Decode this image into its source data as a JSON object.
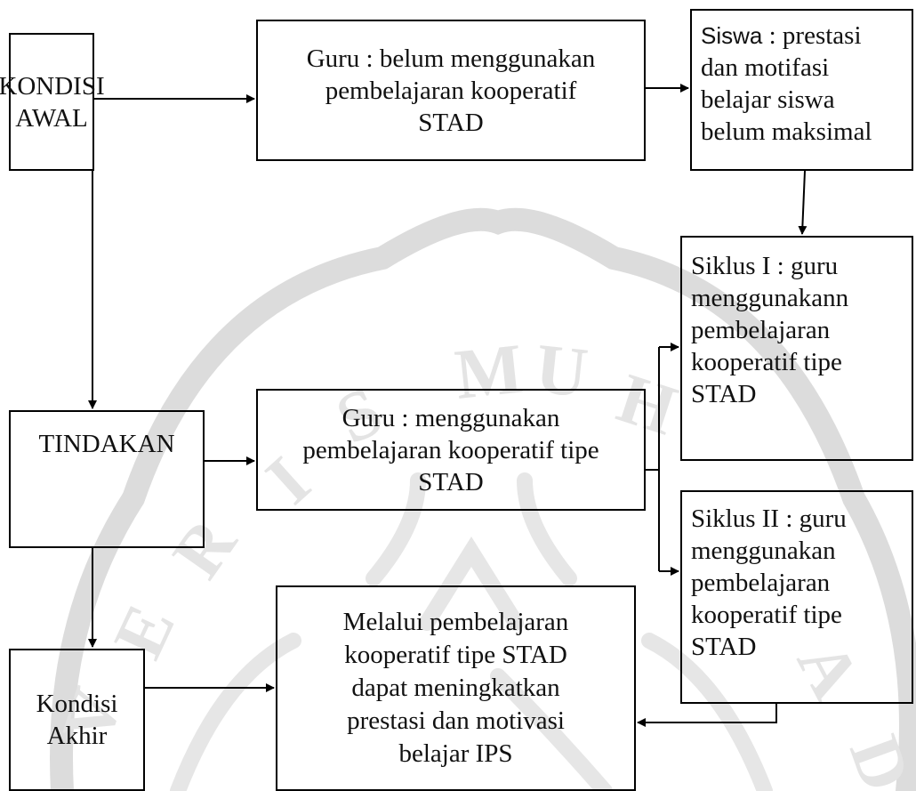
{
  "nodes": {
    "kondisi_awal": {
      "lines": [
        "KONDISI",
        "AWAL"
      ]
    },
    "guru_awal": {
      "lines": [
        "Guru  : belum  menggunakan",
        "pembelajaran kooperatif",
        "STAD"
      ]
    },
    "siswa_awal": {
      "first_word": "Siswa",
      "first_rest": " : prestasi",
      "lines": [
        "dan motifasi",
        "belajar siswa",
        "belum maksimal"
      ]
    },
    "siklus_1": {
      "lines": [
        "Siklus I : guru",
        "menggunakann",
        "pembelajaran",
        "kooperatif tipe",
        "STAD"
      ]
    },
    "tindakan": {
      "lines": [
        "TINDAKAN"
      ]
    },
    "guru_tindakan": {
      "lines": [
        "Guru : menggunakan",
        "pembelajaran kooperatif tipe",
        "STAD"
      ]
    },
    "siklus_2": {
      "lines": [
        "Siklus II : guru",
        "menggunakan",
        "pembelajaran",
        "kooperatif tipe",
        "STAD"
      ]
    },
    "kondisi_akhir": {
      "lines": [
        "Kondisi",
        "Akhir"
      ]
    },
    "hasil": {
      "lines": [
        "Melalui pembelajaran",
        "kooperatif tipe STAD",
        "dapat meningkatkan",
        "prestasi dan motivasi",
        "belajar IPS"
      ]
    }
  },
  "colors": {
    "line": "#000000",
    "watermark": "#d9d9d9"
  }
}
